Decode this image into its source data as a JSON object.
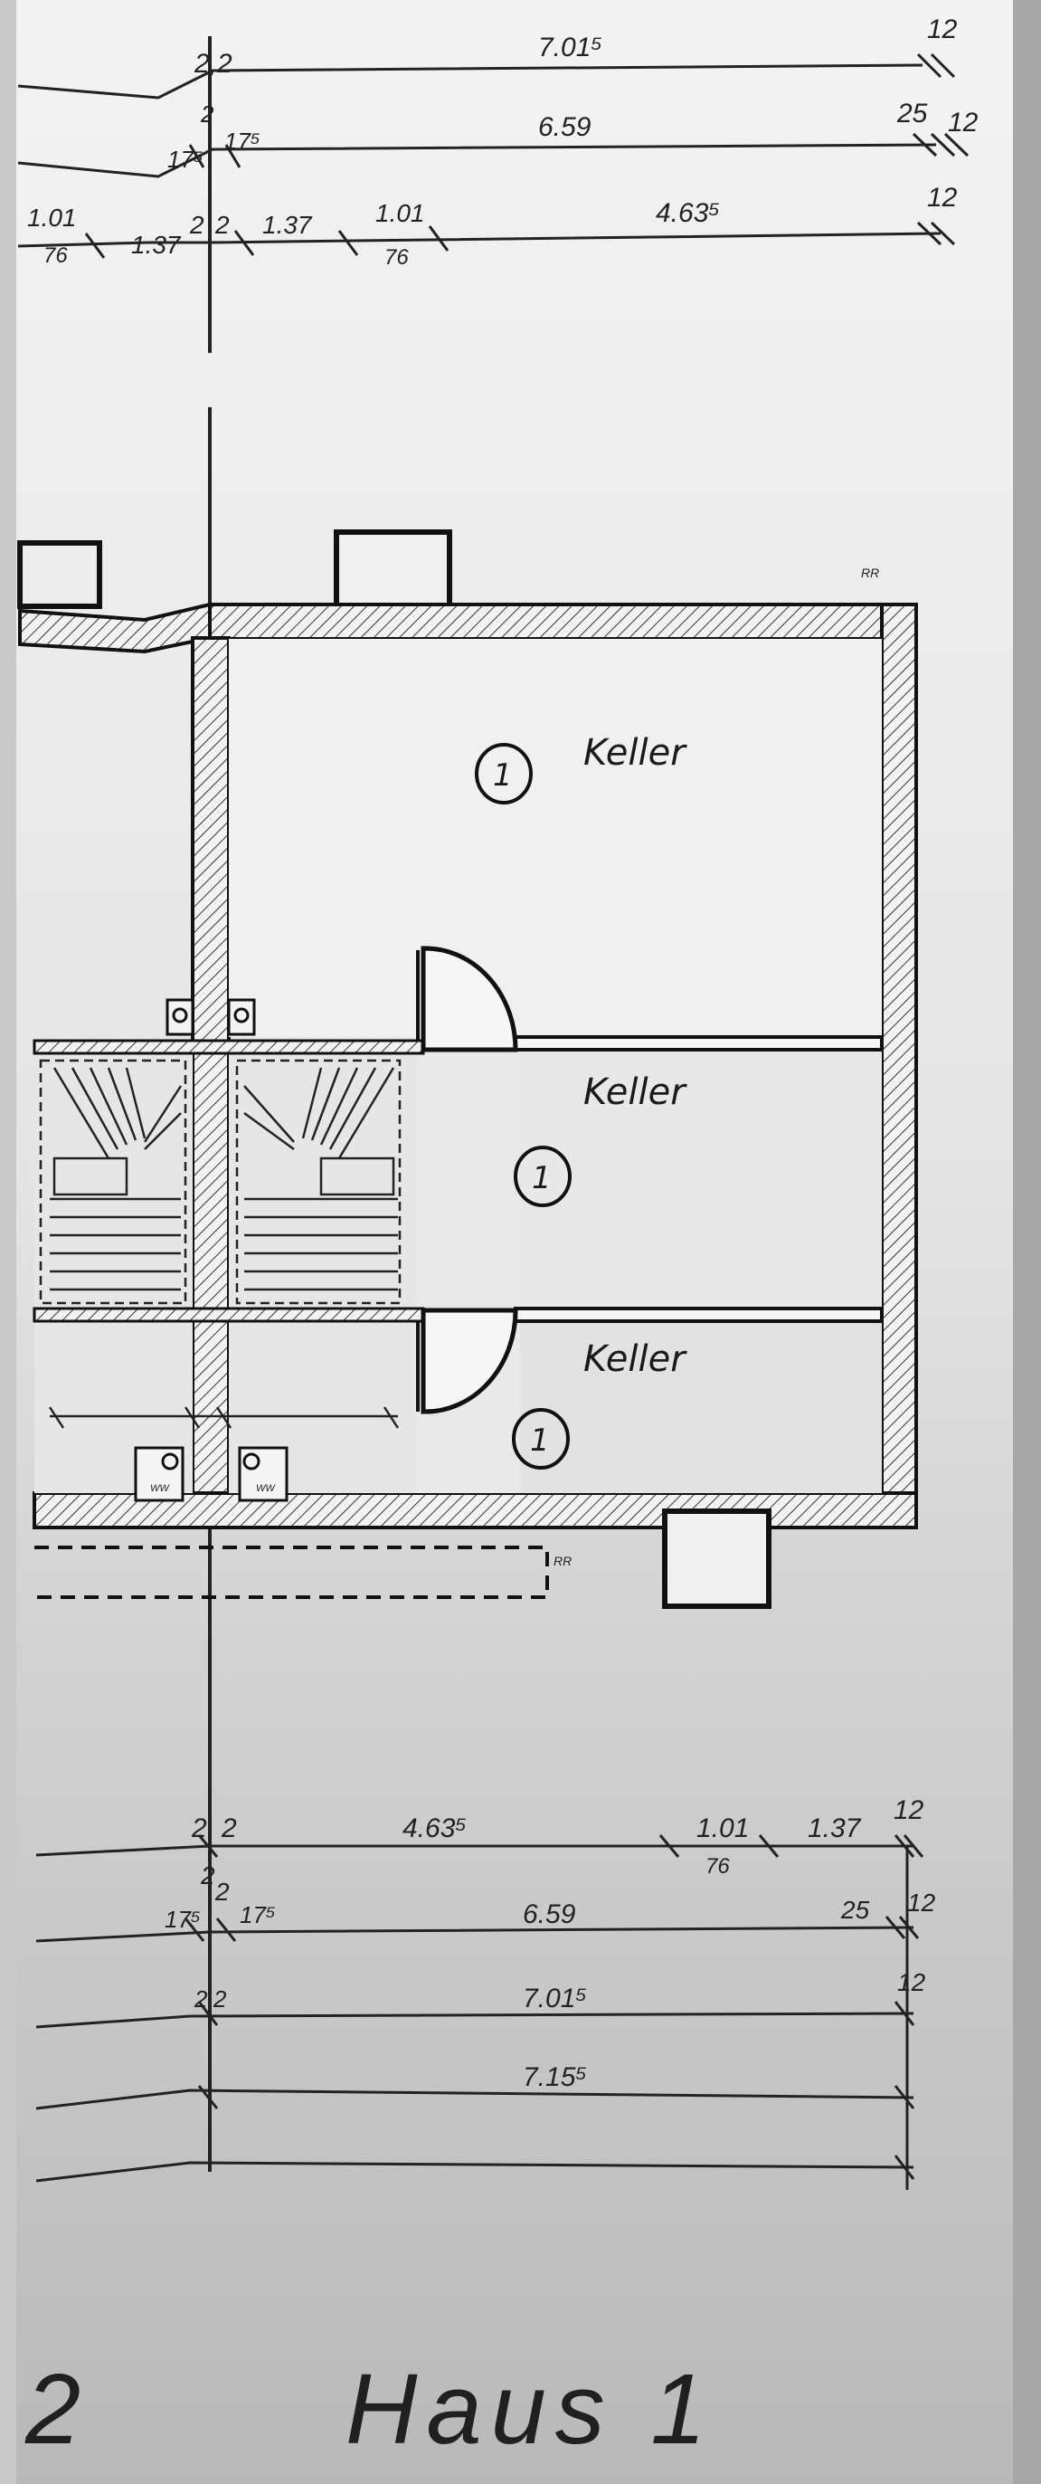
{
  "dimensions_top": {
    "row1": {
      "a": "2,2",
      "b": "7.01⁵",
      "c": "12"
    },
    "row2": {
      "a": "2",
      "b": "17⁵",
      "c": "17⁵",
      "d": "6.59",
      "e": "25",
      "f": "12"
    },
    "row3": {
      "a": "1.01",
      "a_sub": "76",
      "b": "1.37",
      "c": "2",
      "d": "2",
      "e": "1.37",
      "f": "1.01",
      "f_sub": "76",
      "g": "4.63⁵",
      "h": "12"
    }
  },
  "rooms": [
    {
      "label": "Keller",
      "number": "1"
    },
    {
      "label": "Keller",
      "number": "1"
    },
    {
      "label": "Keller",
      "number": "1"
    }
  ],
  "annotations": {
    "rr_top": "RR",
    "rr_bottom": "RR",
    "ww_left": "WW",
    "ww_right": "WW"
  },
  "dimensions_bottom": {
    "row1": {
      "a": "2",
      "b": "2",
      "c": "4.63⁵",
      "d": "1.01",
      "d_sub": "76",
      "e": "1.37",
      "f": "12"
    },
    "row2": {
      "a": "2",
      "b": "2",
      "c": "17⁵",
      "d": "17⁵",
      "e": "6.59",
      "f": "25",
      "g": "12"
    },
    "row3": {
      "a": "2",
      "b": "2",
      "c": "7.01⁵",
      "d": "12"
    },
    "row4": {
      "a": "7.15⁵"
    }
  },
  "footer": {
    "left_label": "2",
    "house_label": "Haus 1"
  }
}
